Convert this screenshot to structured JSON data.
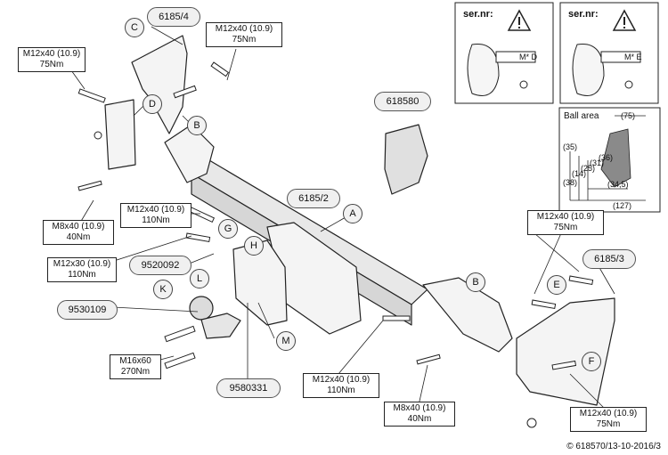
{
  "part_numbers": {
    "p6185_4": "6185/4",
    "p618580": "618580",
    "p6185_2": "6185/2",
    "p9520092": "9520092",
    "p9530109": "9530109",
    "p9580331": "9580331",
    "p6185_3": "6185/3"
  },
  "letters": [
    "A",
    "B",
    "C",
    "D",
    "E",
    "F",
    "G",
    "H",
    "K",
    "L",
    "M"
  ],
  "bolts": {
    "b1": {
      "spec": "M12x40 (10.9)",
      "torque": "75Nm"
    },
    "b2": {
      "spec": "M12x40 (10.9)",
      "torque": "75Nm"
    },
    "b3": {
      "spec": "M8x40 (10.9)",
      "torque": "40Nm"
    },
    "b4": {
      "spec": "M12x40 (10.9)",
      "torque": "110Nm"
    },
    "b5": {
      "spec": "M12x30 (10.9)",
      "torque": "110Nm"
    },
    "b6": {
      "spec": "M16x60",
      "torque": "270Nm"
    },
    "b7": {
      "spec": "M12x40 (10.9)",
      "torque": "110Nm"
    },
    "b8": {
      "spec": "M8x40 (10.9)",
      "torque": "40Nm"
    },
    "b9": {
      "spec": "M12x40 (10.9)",
      "torque": "75Nm"
    },
    "b10": {
      "spec": "M12x40 (10.9)",
      "torque": "75Nm"
    }
  },
  "serial": {
    "label": "ser.nr:",
    "left_code": "D",
    "right_code": "E",
    "mark": "M*"
  },
  "ball_area": {
    "label": "Ball area",
    "dims": [
      "(75)",
      "(127)",
      "(34,5)",
      "(38)",
      "(14)",
      "(25)",
      "(31)",
      "(35)",
      "(36)"
    ]
  },
  "copyright": "© 618570/13-10-2016/3"
}
